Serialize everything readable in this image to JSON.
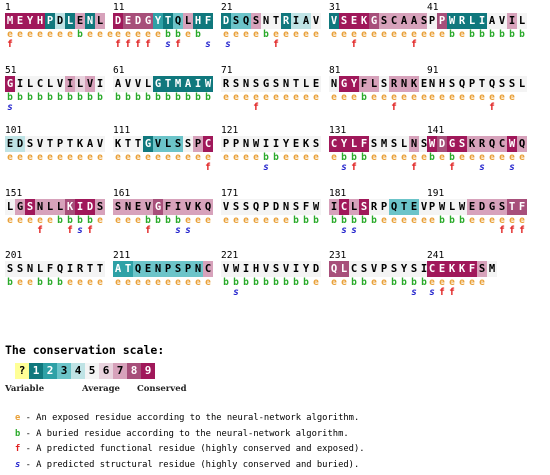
{
  "blocks": [
    {
      "number": "1",
      "sequence": "MEYHPDLENL",
      "grades": "9999141717",
      "prediction": "eeeeeeebeee",
      "prediction2": "f"
    },
    {
      "number": "11",
      "sequence": "DEDGYTQLHF",
      "grades": "9888213711",
      "prediction": "eeeeebbeb",
      "prediction2": "ffff sf  s s"
    },
    {
      "number": "21",
      "sequence": "DSQSNTRIAV",
      "grades": "1337551445",
      "prediction": "eeeebeeeee",
      "prediction2": "     f"
    },
    {
      "number": "31",
      "sequence": "VSEKGSCAAS",
      "grades": "1999877777",
      "prediction": "eeeeeeeeee",
      "prediction2": "  f     f"
    },
    {
      "number": "41",
      "sequence": "PPWRLIAVIL",
      "grades": "5811115575",
      "prediction": "eebebbbbbb",
      "prediction2": ""
    },
    {
      "number": "51",
      "sequence": "GILCLVILVI",
      "grades": "9555557675",
      "prediction": "bbbbbbbbbb",
      "prediction2": "s"
    },
    {
      "number": "61",
      "sequence": "AVVLGTMAIW",
      "grades": "5555111111",
      "prediction": "bbbbbbbbbb",
      "prediction2": ""
    },
    {
      "number": "71",
      "sequence": "RSNSGSNTLE",
      "grades": "5555555555",
      "prediction": "eeeeeeeeee",
      "prediction2": "   f"
    },
    {
      "number": "81",
      "sequence": "NGYFLSRNKE",
      "grades": "5997757775",
      "prediction": "eeebeeeeee",
      "prediction2": "      f"
    },
    {
      "number": "91",
      "sequence": "NHSQPTQSSL",
      "grades": "5555555555",
      "prediction": "eeeeeeeee",
      "prediction2": "      f"
    },
    {
      "number": "101",
      "sequence": "EDSVTPTKAV",
      "grades": "4455555555",
      "prediction": "eeeeeeeeee",
      "prediction2": ""
    },
    {
      "number": "111",
      "sequence": "KTTGVLSSPC",
      "grades": "5551333579",
      "prediction": "eeeeeeeeee",
      "prediction2": "         f"
    },
    {
      "number": "121",
      "sequence": "PPNWIIYEKS",
      "grades": "5555555555",
      "prediction": "eeeebbeeee",
      "prediction2": "    s"
    },
    {
      "number": "131",
      "sequence": "CYLFSMSLNS",
      "grades": "9999555575",
      "prediction": "ebbbeeeeee",
      "prediction2": " sf     f"
    },
    {
      "number": "141",
      "sequence": "WDGSKRQCWQ",
      "grades": "9899777797",
      "prediction": "bebeeeeeee",
      "prediction2": "  f  s  s"
    },
    {
      "number": "151",
      "sequence": "LGSNLLKIDS",
      "grades": "5797778997",
      "prediction": "eeeeebbbbe",
      "prediction2": "   f  fsf"
    },
    {
      "number": "161",
      "sequence": "SNEVGFIVKQ",
      "grades": "7777877777",
      "prediction": "eeebbbbeee",
      "prediction2": "   f  ss"
    },
    {
      "number": "171",
      "sequence": "VSSQPDNSFW",
      "grades": "5555555555",
      "prediction": "eeeeeeebbb",
      "prediction2": ""
    },
    {
      "number": "181",
      "sequence": "ICLSRPQTEV",
      "grades": "7979553335",
      "prediction": "bbbbbeeeee",
      "prediction2": " ss"
    },
    {
      "number": "191",
      "sequence": "PWLWEDGSTF",
      "grades": "5555777788",
      "prediction": "ebbbeeeeee",
      "prediction2": "       fff"
    },
    {
      "number": "201",
      "sequence": "SSNLFQIRTT",
      "grades": "5555555555",
      "prediction": "beebbbeeee",
      "prediction2": ""
    },
    {
      "number": "211",
      "sequence": "ATQENPSPNC",
      "grades": "2233333337",
      "prediction": "eeeeeeeeee",
      "prediction2": ""
    },
    {
      "number": "221",
      "sequence": "VWIHVSVIYD",
      "grades": "5555555555",
      "prediction": "bbbbbbbbbe",
      "prediction2": " s"
    },
    {
      "number": "231",
      "sequence": "QLCSVPSYSI",
      "grades": "8855555555",
      "prediction": "eebbeebbbb",
      "prediction2": "        s"
    },
    {
      "number": "241",
      "sequence": "CEKKFSM",
      "grades": "999997 0",
      "prediction": "eeeeee",
      "prediction2": "sff"
    }
  ],
  "scale": {
    "title": "The conservation scale:",
    "cells": [
      "?",
      "1",
      "2",
      "3",
      "4",
      "5",
      "6",
      "7",
      "8",
      "9"
    ],
    "label_variable": "Variable",
    "label_average": "Average",
    "label_conserved": "Conserved",
    "colors": {
      "insufficient": "#ffff96",
      "1": "#10787d",
      "2": "#2ea1a6",
      "3": "#6cc4c9",
      "4": "#bfe3e5",
      "5": "#f4f4f4",
      "6": "#e9d3de",
      "7": "#d7a2bb",
      "8": "#a74f7a",
      "9": "#a0185a"
    }
  },
  "legend": [
    {
      "key": "e",
      "text": " - An exposed residue according to the neural-network algorithm.",
      "color": "#e9a13a"
    },
    {
      "key": "b",
      "text": " - A buried residue according to the neural-network algorithm.",
      "color": "#2aaa2a"
    },
    {
      "key": "f",
      "text": " - A predicted functional residue (highly conserved and exposed).",
      "color": "#e02020"
    },
    {
      "key": "s",
      "text": " - A predicted structural residue (highly conserved and buried).",
      "color": "#2020cc"
    }
  ]
}
